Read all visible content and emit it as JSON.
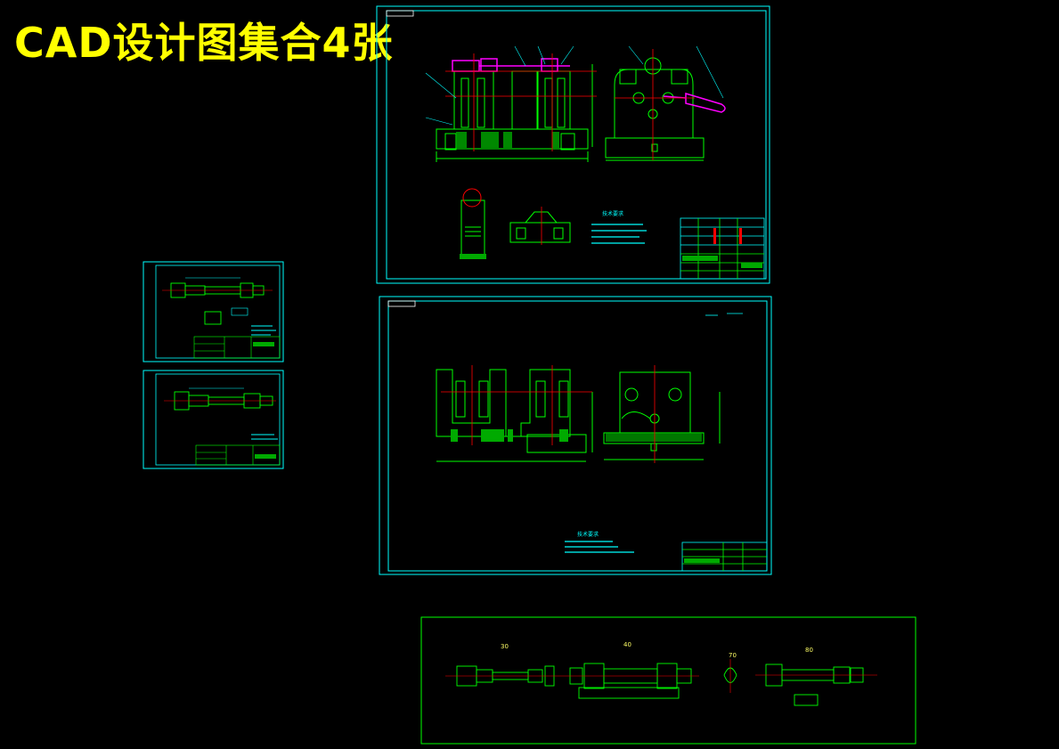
{
  "title": "CAD设计图集合4张",
  "colors": {
    "background": "#000000",
    "title_text": "#ffff00",
    "sheet_border": "#00ffff",
    "drawing_lines": "#00ff00",
    "text_cyan": "#00ffff",
    "red_centerlines": "#ff0000",
    "magenta": "#ff00ff",
    "white": "#ffffff"
  },
  "drawings": [
    {
      "name": "assembly-drawing",
      "tech_req_title": "技术要求"
    },
    {
      "name": "part-drawing-shaft-1",
      "tech_req_title": "技术要求"
    },
    {
      "name": "part-drawing-shaft-2",
      "tech_req_title": "技术要求"
    },
    {
      "name": "fixture-body-drawing",
      "tech_req_title": "技术要求"
    },
    {
      "name": "process-diagram",
      "labels": [
        "30",
        "40",
        "70",
        "80"
      ]
    }
  ]
}
